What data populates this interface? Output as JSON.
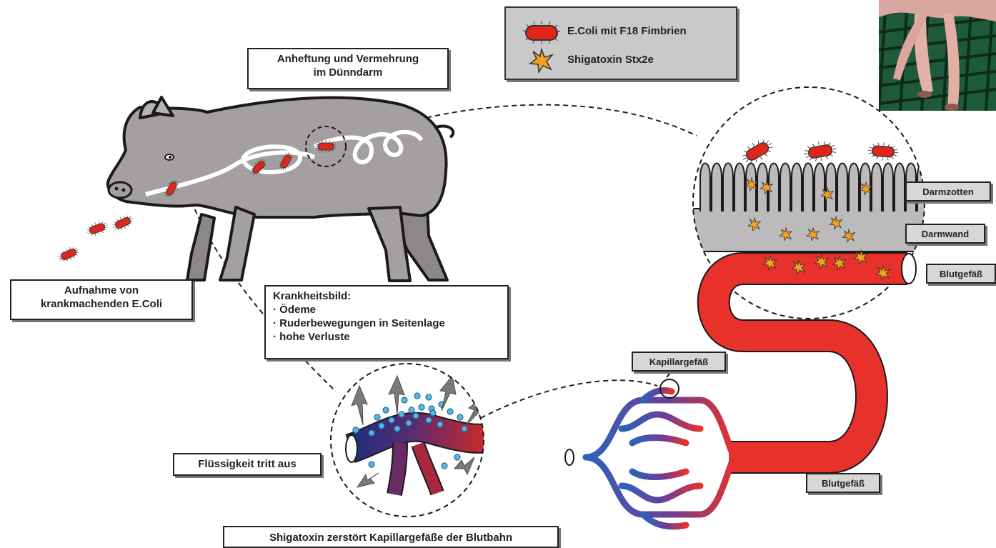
{
  "legend": {
    "ecoli": "E.Coli mit F18 Fimbrien",
    "toxin": "Shigatoxin Stx2e"
  },
  "labels": {
    "attachment_line1": "Anheftung und Vermehrung",
    "attachment_line2": "im Dünndarm",
    "uptake_line1": "Aufnahme von",
    "uptake_line2": "krankmachenden E.Coli",
    "clinical_title": "Krankheitsbild:",
    "clinical_items": [
      "Ödeme",
      "Ruderbewegungen in Seitenlage",
      "hohe Verluste"
    ],
    "villi": "Darmzotten",
    "intestinal_wall": "Darmwand",
    "blood_vessel_top": "Blutgefäß",
    "capillary": "Kapillargefäß",
    "blood_vessel_bottom": "Blutgefäß",
    "fluid": "Flüssigkeit tritt aus",
    "caption": "Shigatoxin zerstört Kapillargefäße der Blutbahn"
  },
  "colors": {
    "bacteria": "#e0261b",
    "toxin": "#f4a21c",
    "pig": "#a4a0a1",
    "artery": "#e8312a",
    "vein": "#2d63b8",
    "label_gray": "#d7d7d7",
    "legend_bg": "#c9c9c9"
  }
}
